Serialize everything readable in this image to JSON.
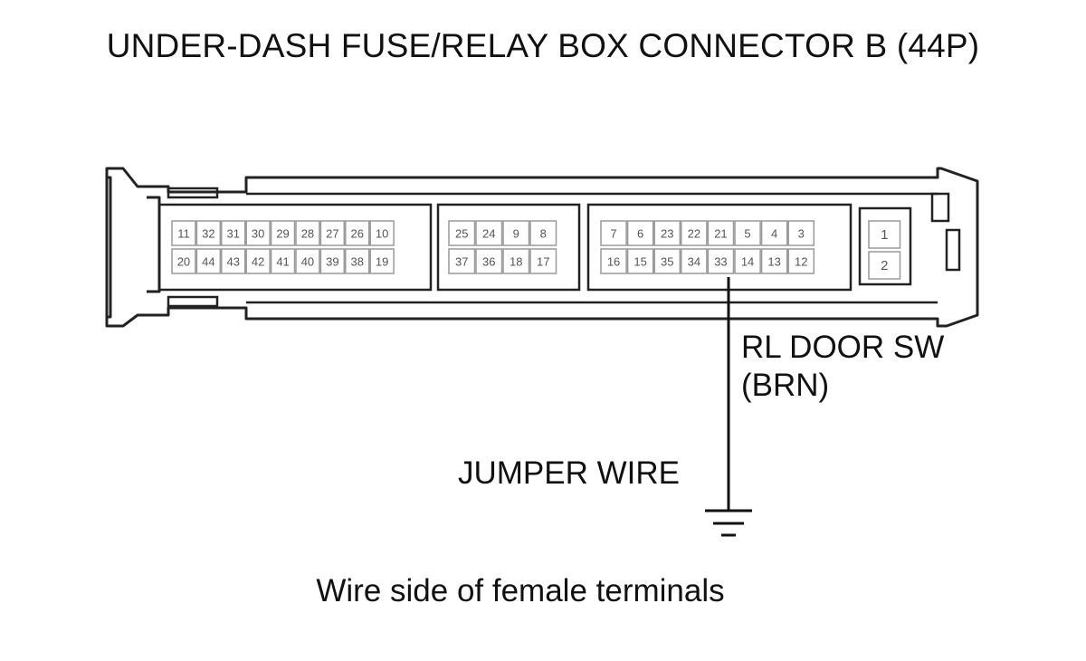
{
  "diagram": {
    "title": "UNDER-DASH FUSE/RELAY BOX CONNECTOR B (44P)",
    "caption": "Wire side of female terminals",
    "wire_label_line1": "RL DOOR SW",
    "wire_label_line2": "(BRN)",
    "jumper_label": "JUMPER WIRE",
    "ground_symbol": "ground-icon",
    "probed_terminal": "33",
    "line_color": "#222222",
    "cell_border_color": "#9a9a9a",
    "group1": {
      "top": [
        "11",
        "32",
        "31",
        "30",
        "29",
        "28",
        "27",
        "26",
        "10"
      ],
      "bottom": [
        "20",
        "44",
        "43",
        "42",
        "41",
        "40",
        "39",
        "38",
        "19"
      ]
    },
    "group2": {
      "top": [
        "25",
        "24",
        "9",
        "8"
      ],
      "bottom": [
        "37",
        "36",
        "18",
        "17"
      ]
    },
    "group3": {
      "top": [
        "7",
        "6",
        "23",
        "22",
        "21",
        "5",
        "4",
        "3"
      ],
      "bottom": [
        "16",
        "15",
        "35",
        "34",
        "33",
        "14",
        "13",
        "12"
      ]
    },
    "group4": {
      "top": [
        "1"
      ],
      "bottom": [
        "2"
      ]
    }
  }
}
